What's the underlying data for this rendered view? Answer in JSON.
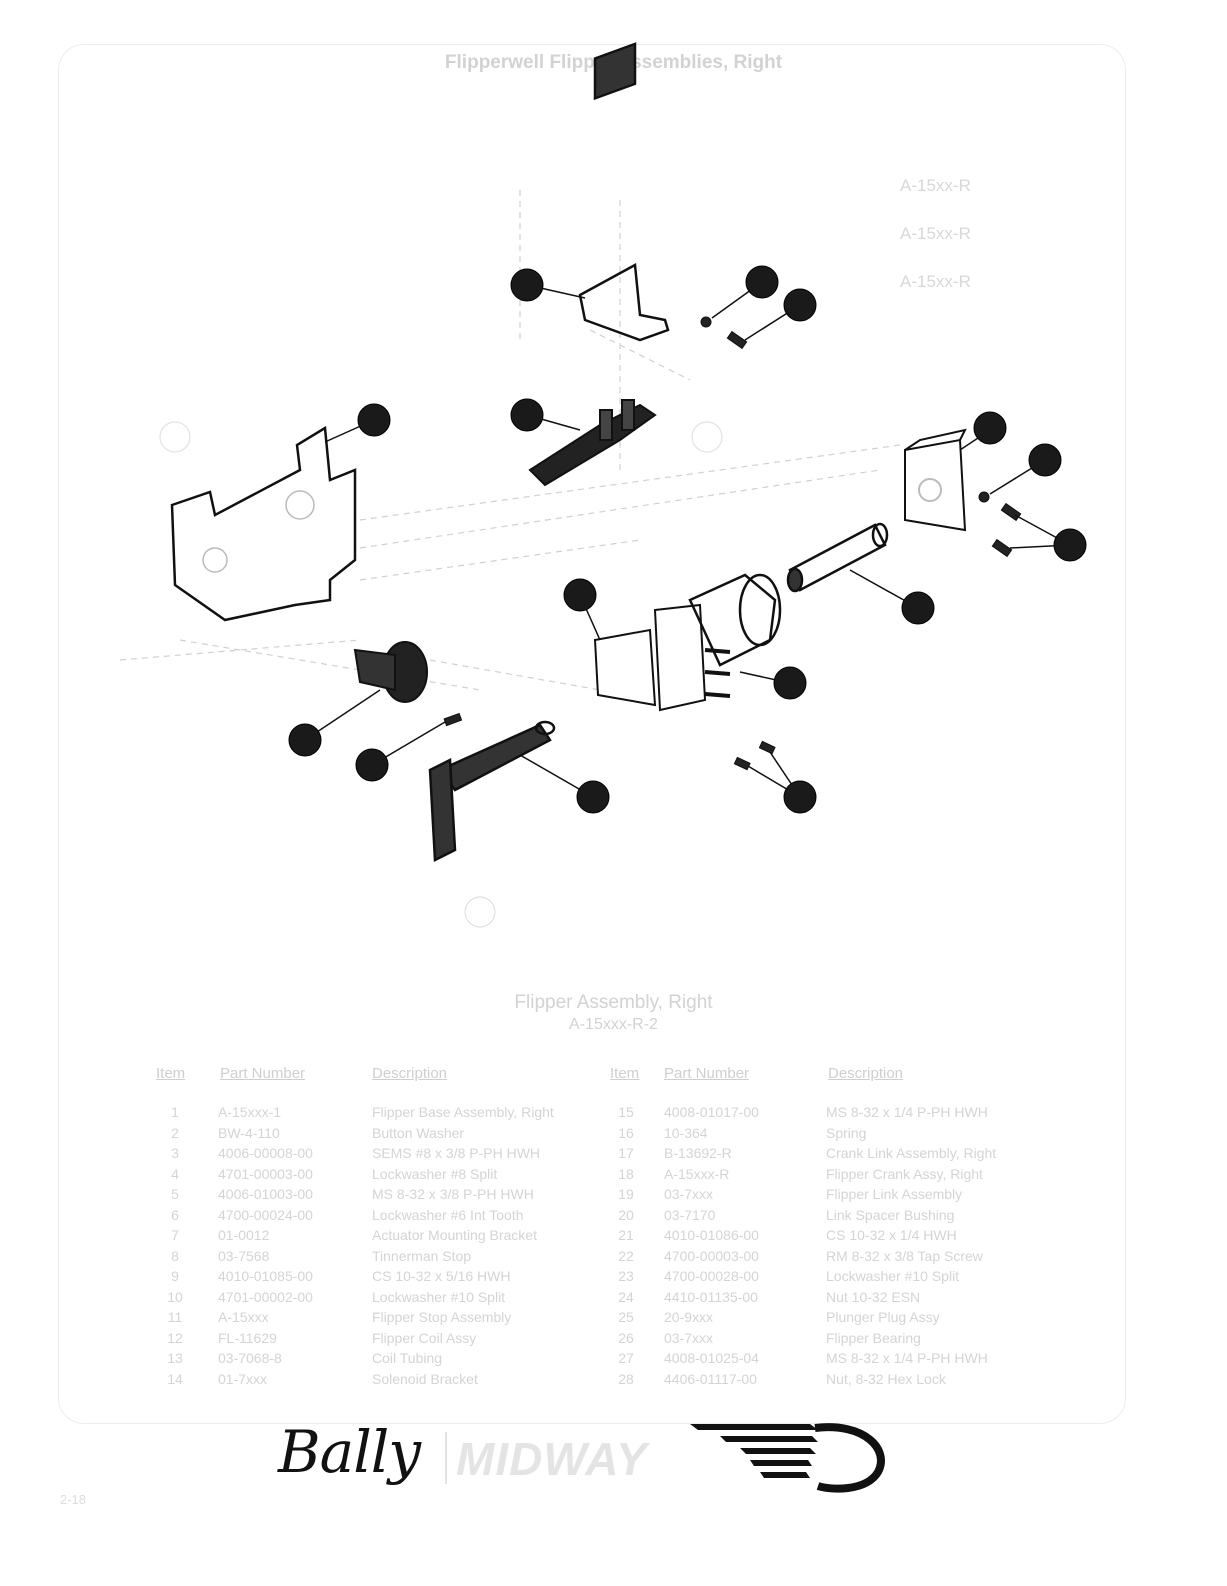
{
  "page": {
    "title": "Flipperwell Flipper Assemblies, Right",
    "assembly_labels": [
      "A-15xx-R",
      "A-15xx-R",
      "A-15xx-R"
    ],
    "page_number": "2-18"
  },
  "parts_table": {
    "title": "Flipper Assembly, Right",
    "subtitle": "A-15xxx-R-2",
    "headers": {
      "item": "Item",
      "part_number": "Part Number",
      "description": "Description"
    },
    "left_items": [
      "1",
      "2",
      "3",
      "4",
      "5",
      "6",
      "7",
      "8",
      "9",
      "10",
      "11",
      "12",
      "13",
      "14"
    ],
    "left_parts": [
      "A-15xxx-1",
      "BW-4-110",
      "4006-00008-00",
      "4701-00003-00",
      "4006-01003-00",
      "4700-00024-00",
      "01-0012",
      "03-7568",
      "4010-01085-00",
      "4701-00002-00",
      "A-15xxx",
      "FL-11629",
      "03-7068-8",
      "01-7xxx"
    ],
    "left_descriptions": [
      "Flipper Base Assembly, Right",
      "Button Washer",
      "SEMS #8 x 3/8 P-PH HWH",
      "Lockwasher #8 Split",
      "MS 8-32 x 3/8 P-PH HWH",
      "Lockwasher #6 Int Tooth",
      "Actuator Mounting Bracket",
      "Tinnerman Stop",
      "CS 10-32 x 5/16 HWH",
      "Lockwasher #10 Split",
      "Flipper Stop Assembly",
      "Flipper Coil Assy",
      "Coil Tubing",
      "Solenoid Bracket"
    ],
    "right_items": [
      "15",
      "16",
      "17",
      "18",
      "19",
      "20",
      "21",
      "22",
      "23",
      "24",
      "25",
      "26",
      "27",
      "28"
    ],
    "right_parts": [
      "4008-01017-00",
      "10-364",
      "B-13692-R",
      "A-15xxx-R",
      "03-7xxx",
      "03-7170",
      "4010-01086-00",
      "4700-00003-00",
      "4700-00028-00",
      "4410-01135-00",
      "20-9xxx",
      "03-7xxx",
      "4008-01025-04",
      "4406-01117-00"
    ],
    "right_descriptions": [
      "MS 8-32 x 1/4 P-PH HWH",
      "Spring",
      "Crank Link Assembly, Right",
      "Flipper Crank Assy, Right",
      "Flipper Link Assembly",
      "Link Spacer Bushing",
      "CS 10-32 x 1/4 HWH",
      "RM 8-32 x 3/8 Tap Screw",
      "Lockwasher #10 Split",
      "Nut 10-32 ESN",
      "Plunger Plug Assy",
      "Flipper Bearing",
      "MS 8-32 x 1/4 P-PH HWH",
      "Nut, 8-32 Hex Lock"
    ]
  },
  "logos": {
    "bally": "Bally",
    "midway": "MIDWAY"
  }
}
